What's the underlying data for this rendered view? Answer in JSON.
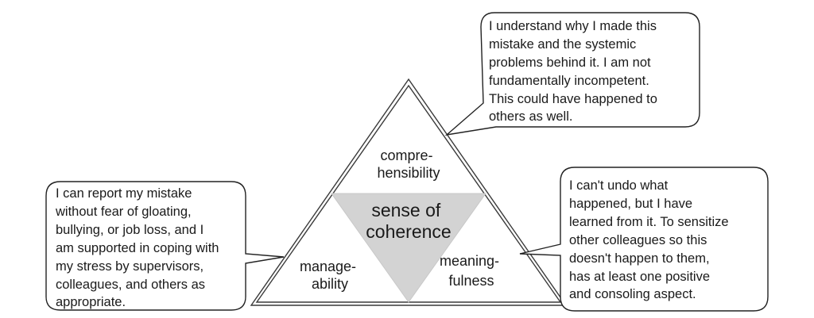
{
  "diagram": {
    "center_label": [
      "sense of",
      "coherence"
    ],
    "corners": {
      "top": [
        "compre-",
        "hensibility"
      ],
      "left": [
        "manage-",
        "ability"
      ],
      "right": [
        "meaning-",
        "fulness"
      ]
    },
    "bubbles": {
      "top_right": [
        "I understand why I made this",
        "mistake and the systemic",
        "problems behind it. I am not",
        "fundamentally incompetent.",
        "This could have happened to",
        "others as well."
      ],
      "left": [
        "I can report my mistake",
        "without fear of gloating,",
        "bullying, or job loss, and I",
        "am supported in coping with",
        "my stress by supervisors,",
        "colleagues, and others as",
        "appropriate."
      ],
      "right": [
        "I can't undo what",
        "happened, but I have",
        "learned from it. To sensitize",
        "other colleagues so this",
        "doesn't happen to them,",
        "has at least one positive",
        "and consoling aspect."
      ]
    },
    "colors": {
      "inner_triangle": "#d3d3d3",
      "stroke": "#333333",
      "background": "#ffffff"
    }
  }
}
